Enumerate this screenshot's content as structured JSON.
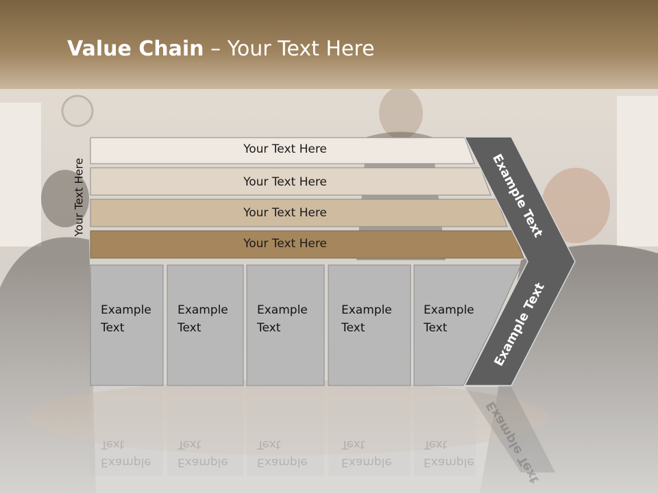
{
  "slide": {
    "title_bold": "Value Chain",
    "title_rest": " – Your Text Here",
    "vertical_label": "Your Text Here"
  },
  "rows": [
    {
      "label": "Your Text Here",
      "color": "#efe9e1"
    },
    {
      "label": "Your Text Here",
      "color": "#e0d5c6"
    },
    {
      "label": "Your Text Here",
      "color": "#cfbba0"
    },
    {
      "label": "Your Text Here",
      "color": "#a6865c"
    }
  ],
  "boxes": [
    {
      "line1": "Example",
      "line2": "Text"
    },
    {
      "line1": "Example",
      "line2": "Text"
    },
    {
      "line1": "Example",
      "line2": "Text"
    },
    {
      "line1": "Example",
      "line2": "Text"
    },
    {
      "line1": "Example",
      "line2": "Text"
    }
  ],
  "chevron": {
    "upper_label": "Example Text",
    "lower_label": "Example Text",
    "color": "#5e5e5e"
  },
  "colors": {
    "header_band": "#8f7550",
    "box_fill": "#b8b8b8"
  }
}
